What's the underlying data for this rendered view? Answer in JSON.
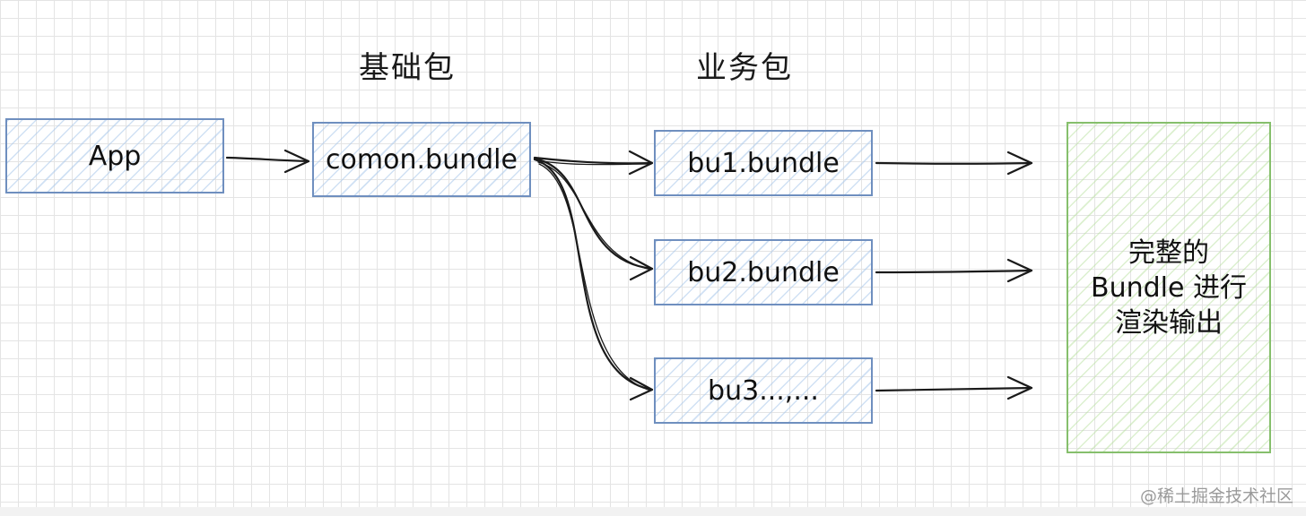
{
  "headings": {
    "base": "基础包",
    "business": "业务包"
  },
  "nodes": {
    "app": "App",
    "common": "comon.bundle",
    "bu1": "bu1.bundle",
    "bu2": "bu2.bundle",
    "bu3": "bu3...,...",
    "output_lines": [
      "完整的",
      "Bundle 进行",
      "渲染输出"
    ]
  },
  "colors": {
    "blue_border": "#6f8fbf",
    "green_border": "#86bf6c",
    "arrow": "#1a1a1a"
  },
  "watermark": "@稀土掘金技术社区"
}
